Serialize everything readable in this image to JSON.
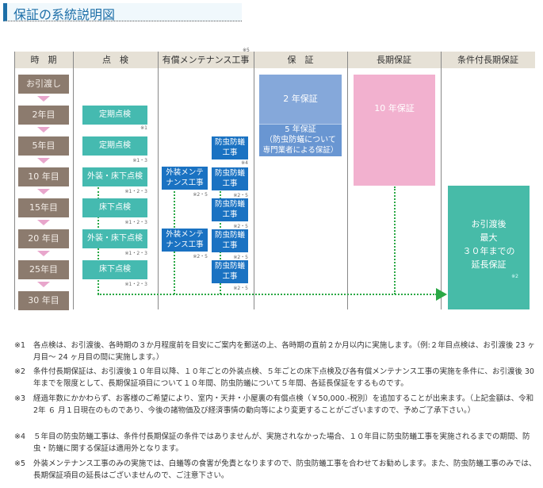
{
  "title": "保証の系統説明図",
  "headers": [
    "時　期",
    "点　検",
    "有償メンテナンス工事",
    "保　証",
    "長期保証",
    "条件付長期保証"
  ],
  "header_note": "※5",
  "periods": [
    "お引渡し",
    "2年目",
    "5年目",
    "10 年目",
    "15年目",
    "20 年目",
    "25年目",
    "30 年目"
  ],
  "inspections": [
    {
      "label": "定期点検",
      "note": "※1"
    },
    {
      "label": "定期点検",
      "note": "※1・3"
    },
    {
      "label": "外装・床下点検",
      "note": "※1・2・3"
    },
    {
      "label": "床下点検",
      "note": "※1・2・3"
    },
    {
      "label": "外装・床下点検",
      "note": "※1・2・3"
    },
    {
      "label": "床下点検",
      "note": "※1・2・3"
    }
  ],
  "exterior": [
    {
      "label1": "外装メンテ",
      "label2": "ナンス工事",
      "note": "※2・5"
    },
    {
      "label1": "外装メンテ",
      "label2": "ナンス工事",
      "note": "※2・5"
    }
  ],
  "termite": [
    {
      "label1": "防虫防蟻",
      "label2": "工事",
      "note": "※4"
    },
    {
      "label1": "防虫防蟻",
      "label2": "工事",
      "note": "※2・5"
    },
    {
      "label1": "防虫防蟻",
      "label2": "工事",
      "note": "※2・5"
    },
    {
      "label1": "防虫防蟻",
      "label2": "工事",
      "note": "※2・5"
    },
    {
      "label1": "防虫防蟻",
      "label2": "工事",
      "note": "※2・5"
    }
  ],
  "warranty": {
    "two_year": "2 年保証",
    "five_year": [
      "5 年保証",
      "（防虫防蟻について",
      "専門業者による保証）"
    ]
  },
  "long": "10 年保証",
  "extended": {
    "lines": [
      "お引渡後",
      "最大",
      "３０年までの",
      "延長保証"
    ],
    "note": "※2"
  },
  "colors": {
    "period": "#8c7b6e",
    "inspection": "#45bab0",
    "maintenance": "#1a72c2",
    "warranty2": "#85a8da",
    "warranty5": "#6996d2",
    "long": "#f2b1cf",
    "extended": "#47bba8",
    "dotted": "#2aa845"
  },
  "footnotes": [
    {
      "key": "※1",
      "text": "各点検は、お引渡後、各時期の３か月程度前を目安にご案内を郵送の上、各時期の直前２か月以内に実施します。（例:２年目点検は、お引渡後 23 ヶ月目～ 24 ヶ月目の間に実施します。）"
    },
    {
      "key": "※2",
      "text": "条件付長期保証は、お引渡後１０年目以降、１０年ごとの外装点検、５年ごとの床下点検及び各有償メンテナンス工事の実施を条件に、お引渡後 30 年までを限度として、長期保証項目について１０年間、防虫防蟻について５年間、各延長保証をするものです。"
    },
    {
      "key": "※3",
      "text": "経過年数にかかわらず、お客様のご希望により、室内・天井・小屋裏の有償点検（￥50,000.-税別）を追加することが出来ます。（上記金額は、令和2年 ６ 月１日現在のものであり、今後の諸物価及び経済事情の動向等により変更することがございますので、予めご了承下さい。）"
    },
    {
      "key": "※4",
      "text": "５年目の防虫防蟻工事は、条件付長期保証の条件ではありませんが、実施されなかった場合、１０年目に防虫防蟻工事を実施されるまでの期間、防虫・防蟻に関する保証は適用外となります。"
    },
    {
      "key": "※5",
      "text": "外装メンテナンス工事のみの実施では、白蟻等の食害が免責となりますので、防虫防蟻工事を合わせてお勧めします。また、防虫防蟻工事のみでは、長期保証項目の延長はございませんので、ご注意下さい。"
    }
  ]
}
